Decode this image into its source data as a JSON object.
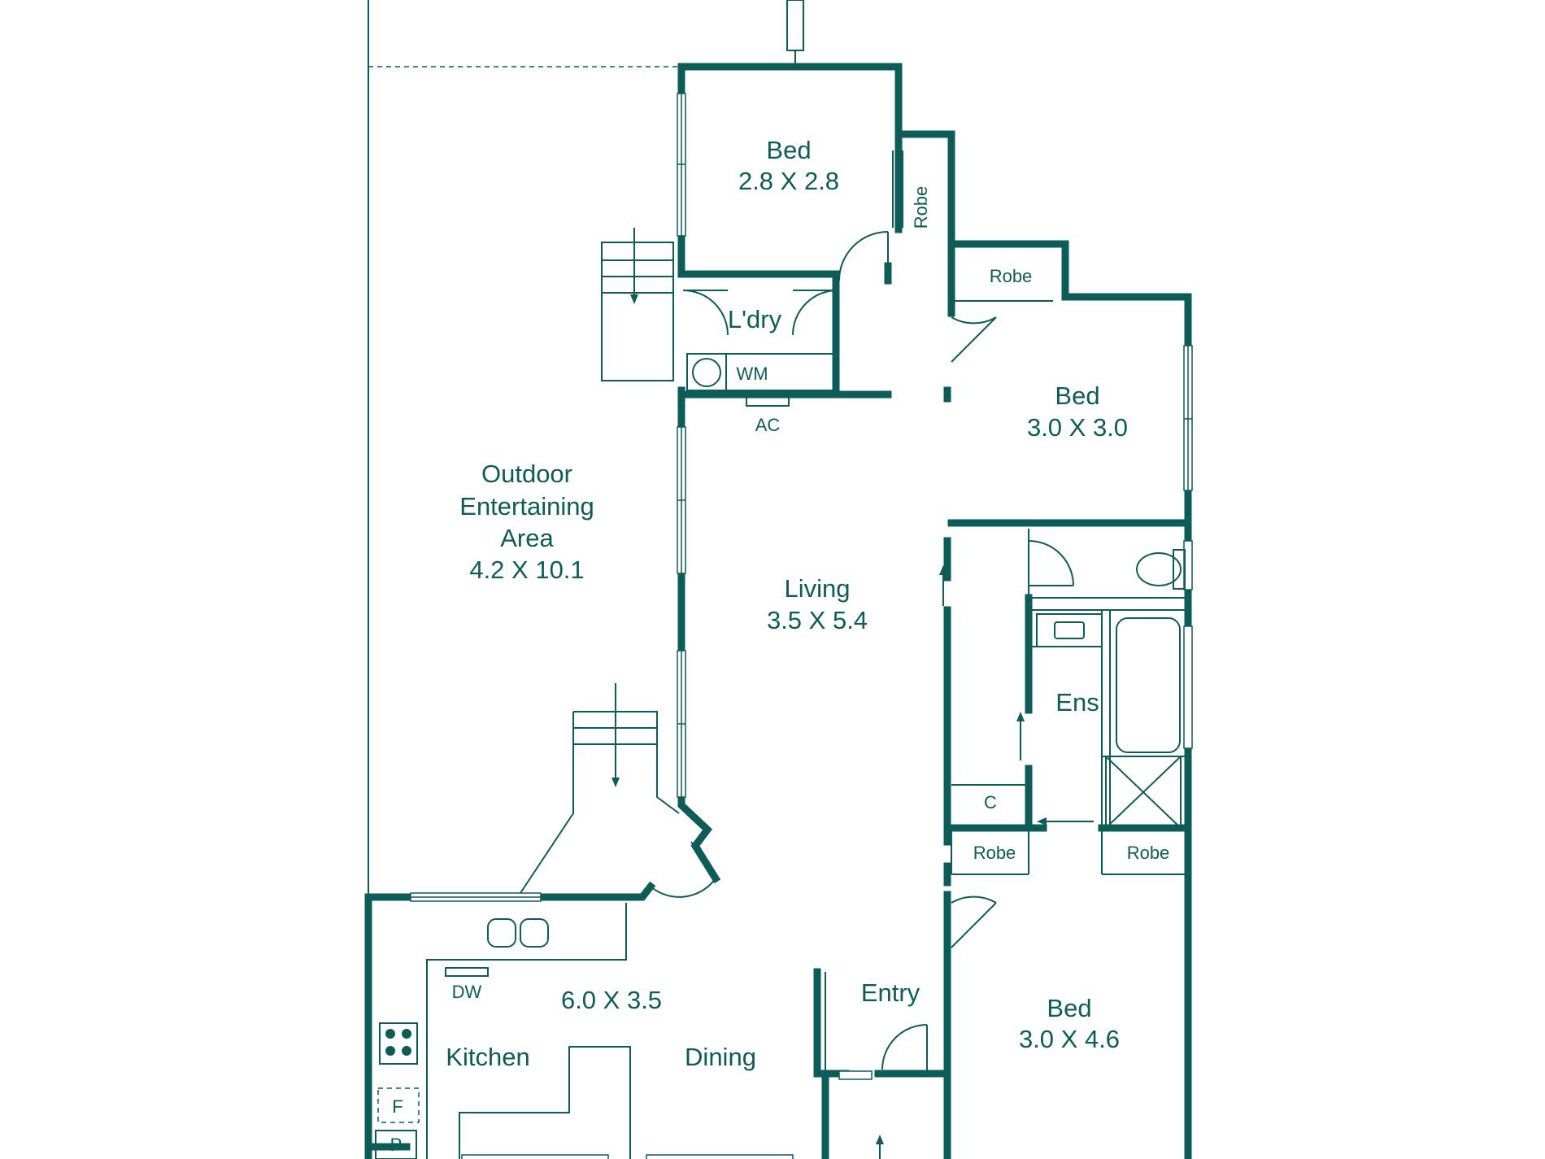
{
  "rooms": {
    "bed1": {
      "name": "Bed",
      "size": "2.8 X 2.8"
    },
    "bed2": {
      "name": "Bed",
      "size": "3.0 X 3.0"
    },
    "bed3": {
      "name": "Bed",
      "size": "3.0 X 4.6"
    },
    "outdoor": {
      "line1": "Outdoor",
      "line2": "Entertaining",
      "line3": "Area",
      "size": "4.2 X 10.1"
    },
    "living": {
      "name": "Living",
      "size": "3.5 X 5.4"
    },
    "kitchen_dining": {
      "size": "6.0 X 3.5",
      "kitchen": "Kitchen",
      "dining": "Dining"
    },
    "laundry": {
      "name": "L'dry"
    },
    "ensuite": {
      "name": "Ens"
    },
    "entry": {
      "name": "Entry"
    }
  },
  "fixtures": {
    "robe_bed1": "Robe",
    "robe_bed2": "Robe",
    "robe_left": "Robe",
    "robe_right": "Robe",
    "washing_machine": "WM",
    "air_conditioner": "AC",
    "dishwasher": "DW",
    "cupboard": "C",
    "fridge": "F",
    "pantry": "P"
  },
  "colors": {
    "line": "#0e5c58",
    "background": "#ffffff"
  }
}
